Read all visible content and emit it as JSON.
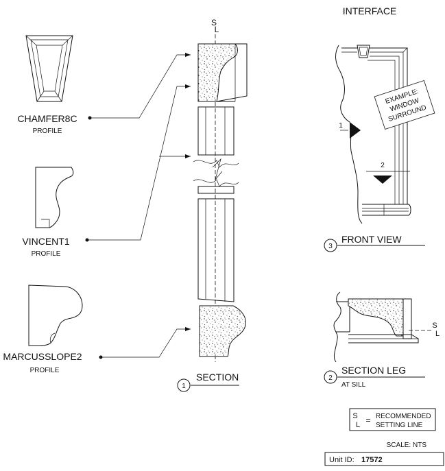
{
  "interface_title": "INTERFACE",
  "profiles": [
    {
      "name": "CHAMFER8C",
      "sub": "PROFILE"
    },
    {
      "name": "VINCENT1",
      "sub": "PROFILE"
    },
    {
      "name": "MARCUSSLOPE2",
      "sub": "PROFILE"
    }
  ],
  "section_marker": {
    "top": "S",
    "bottom": "L"
  },
  "views": [
    {
      "number": "1",
      "title": "SECTION",
      "sub": ""
    },
    {
      "number": "3",
      "title": "FRONT VIEW",
      "sub": ""
    },
    {
      "number": "2",
      "title": "SECTION LEG",
      "sub": "AT SILL"
    }
  ],
  "example_stamp": [
    "EXAMPLE:",
    "WINDOW",
    "SURROUND"
  ],
  "callout_numbers": {
    "side": "1",
    "sill": "2"
  },
  "setting_line_legend": {
    "symbol_top": "S",
    "symbol_bottom": "L",
    "equals": "=",
    "line1": "RECOMMENDED",
    "line2": "SETTING LINE"
  },
  "scale_text": "SCALE:  NTS",
  "unit_label": "Unit ID:",
  "unit_id": "17572"
}
